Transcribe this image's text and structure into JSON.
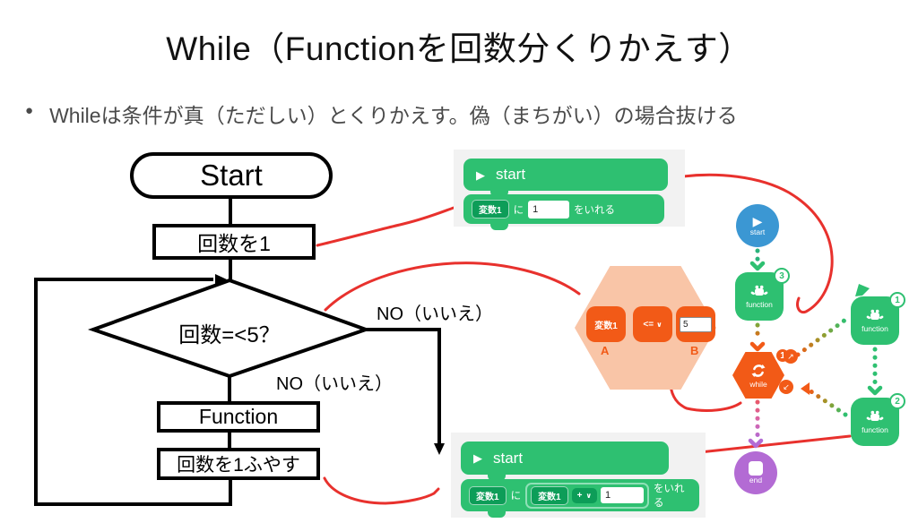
{
  "slide": {
    "title": "While（Functionを回数分くりかえす）",
    "bullet_marker": "●",
    "bullet": "Whileは条件が真（ただしい）とくりかえす。偽（まちがい）の場合抜ける"
  },
  "flowchart": {
    "start": "Start",
    "init": "回数を1",
    "condition": "回数=<5？",
    "no_label_right": "NO（いいえ）",
    "no_label_below": "NO（いいえ）",
    "function": "Function",
    "increment": "回数を1ふやす"
  },
  "scratch_top": {
    "start_label": "start",
    "var_pill": "変数1",
    "particle": "に",
    "value": "1",
    "suffix": "をいれる"
  },
  "scratch_bottom": {
    "start_label": "start",
    "var_pill": "変数1",
    "particle": "に",
    "expr_var": "変数1",
    "operator": "+",
    "value": "1",
    "suffix": "をいれる"
  },
  "condition_hex": {
    "var_pill": "変数1",
    "operator": "<=",
    "value": "5",
    "label_a": "A",
    "label_b": "B"
  },
  "node_graph": {
    "start": {
      "label": "start"
    },
    "function_top": {
      "label": "function",
      "badge": "3"
    },
    "while_node": {
      "label": "while",
      "badge": "1"
    },
    "end_node": {
      "label": "end"
    },
    "function_right_1": {
      "label": "function",
      "badge": "1"
    },
    "function_right_2": {
      "label": "function",
      "badge": "2"
    }
  },
  "icons": {
    "play": "▶",
    "caret": "∨",
    "arrow_up_right": "↗",
    "arrow_down_left": "↙"
  },
  "colors": {
    "scratch_green": "#2ec071",
    "scratch_dark_green": "#0d9d58",
    "orange": "#f25a17",
    "peach": "#f9c5a7",
    "blue": "#3b97d3",
    "purple": "#b36bd4",
    "annotation_red": "#e8312d"
  }
}
